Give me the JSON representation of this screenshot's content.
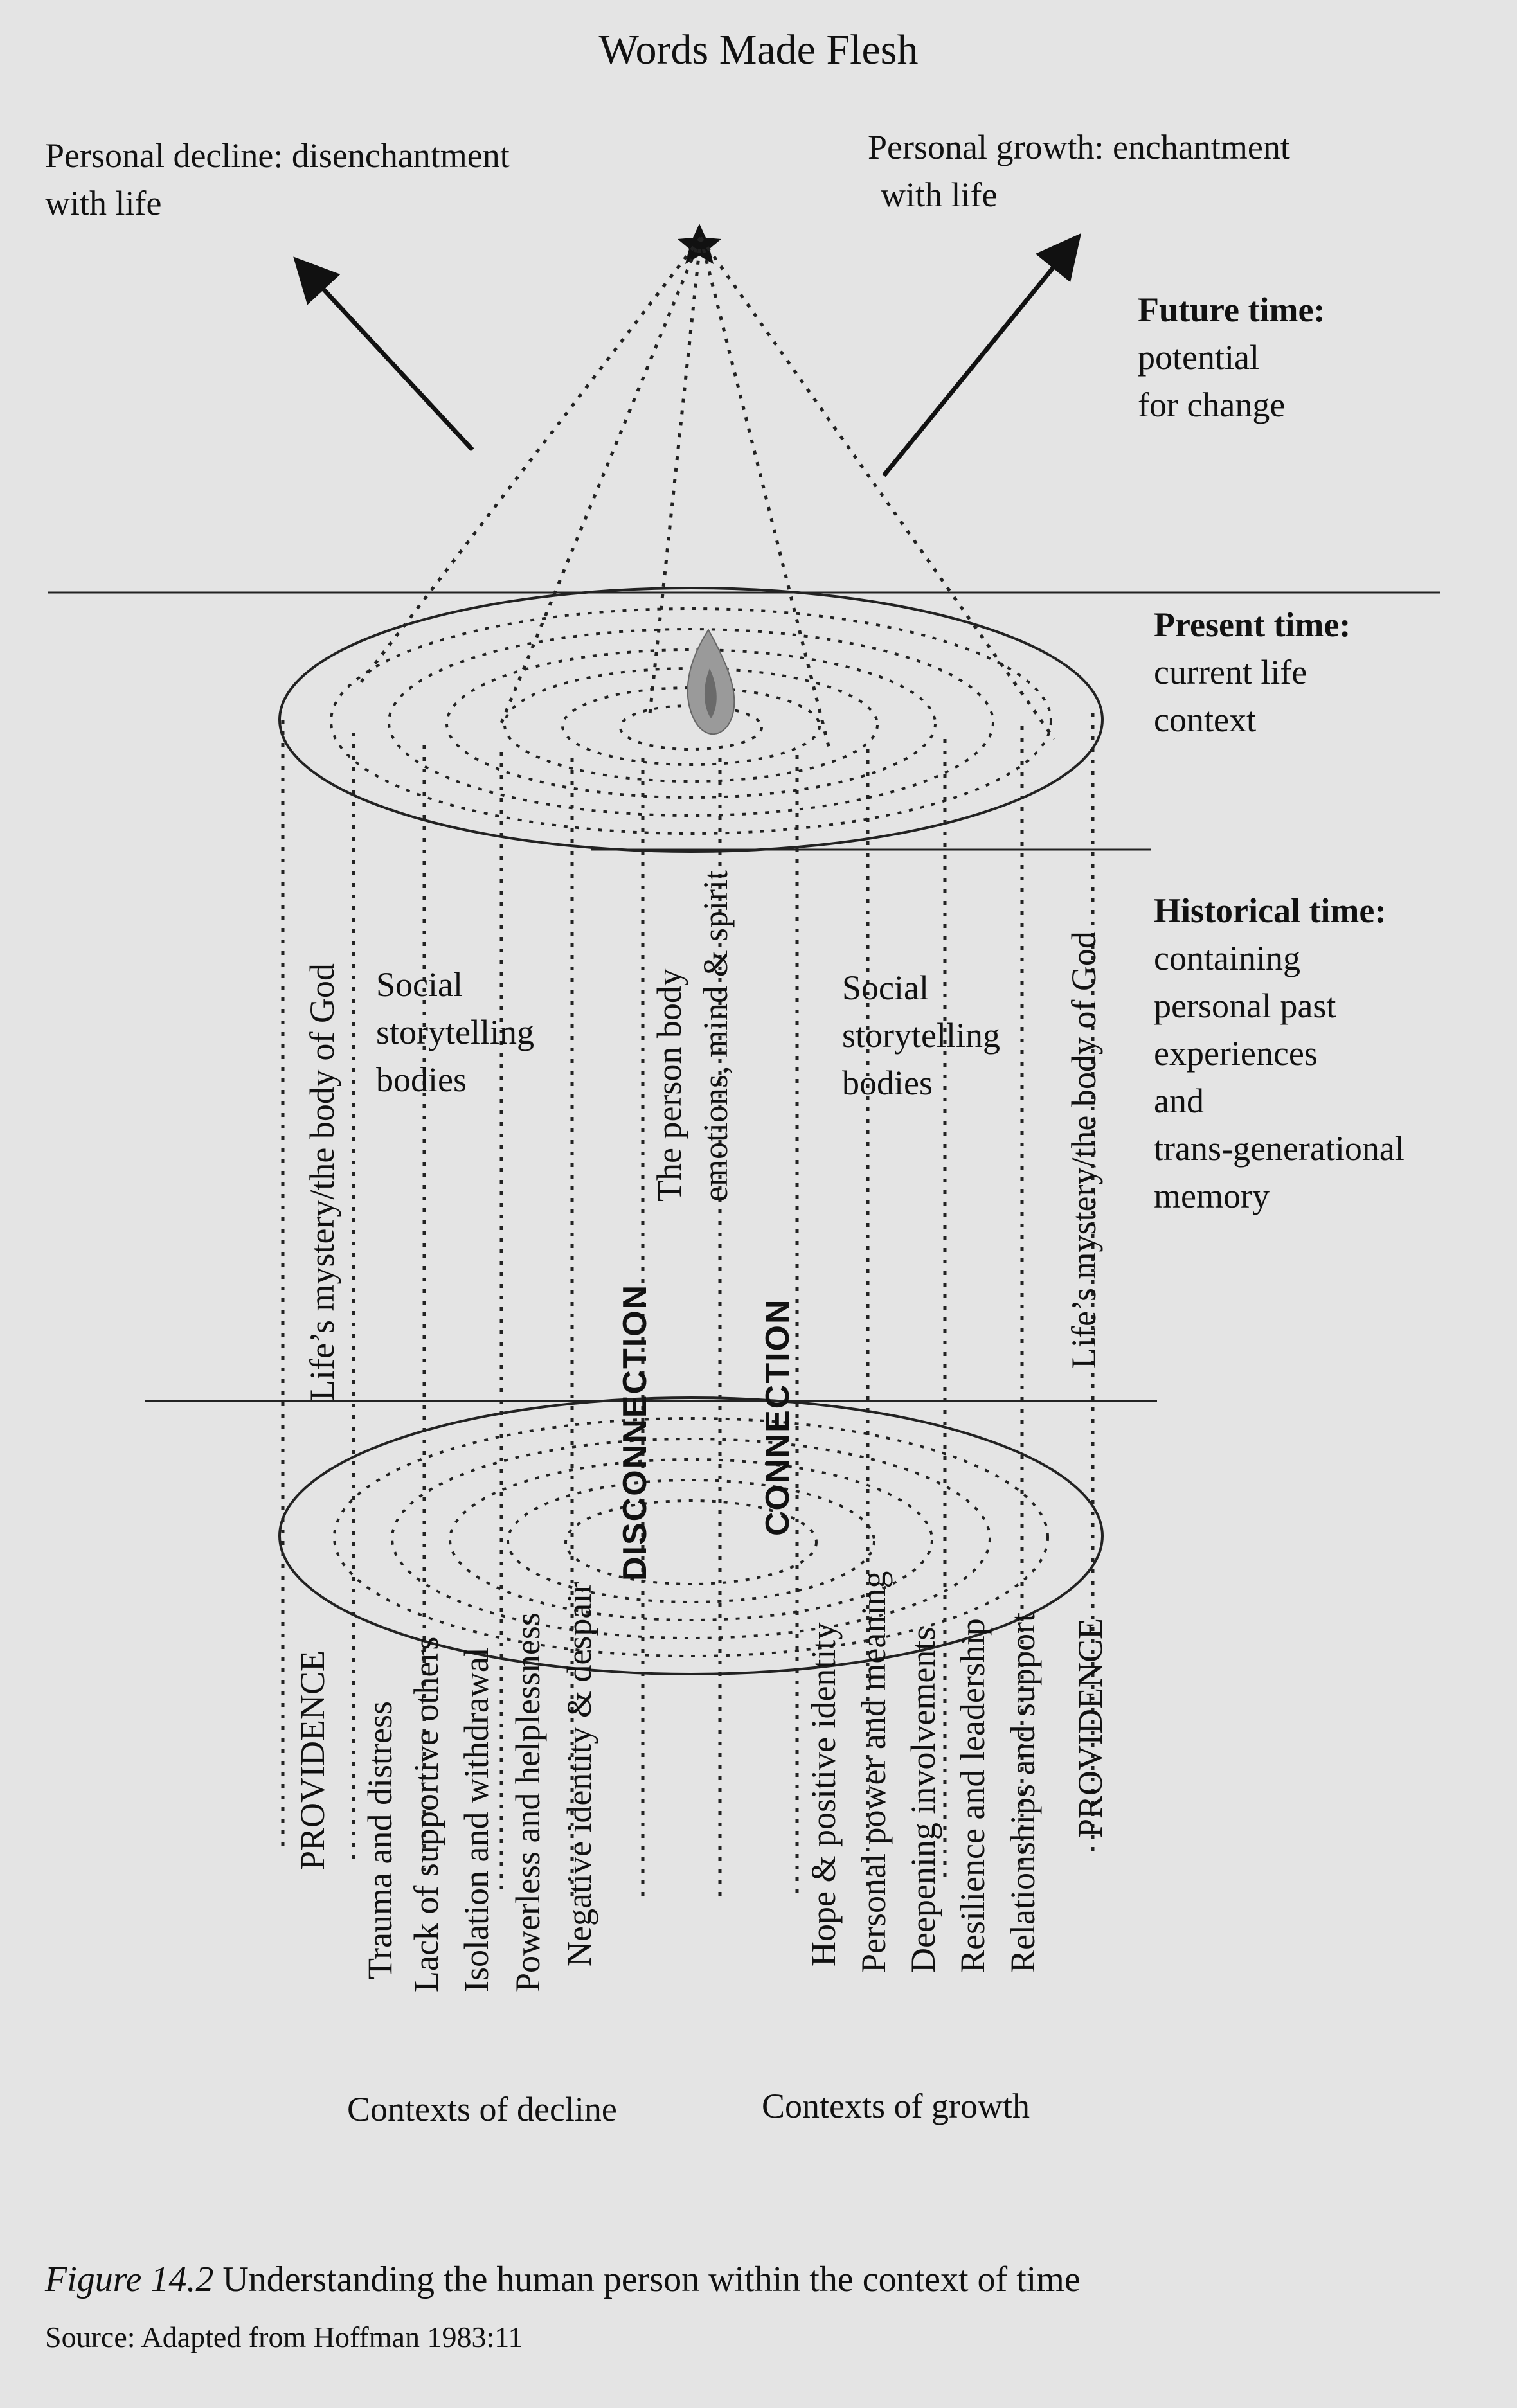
{
  "title": "Words Made Flesh",
  "top_left": [
    "Personal decline: disenchantment",
    "with life"
  ],
  "top_right": [
    "Personal growth: enchantment",
    "with life"
  ],
  "future": {
    "heading": "Future time:",
    "lines": [
      "potential",
      "for change"
    ]
  },
  "present": {
    "heading": "Present time:",
    "lines": [
      "current life",
      "context"
    ]
  },
  "historical": {
    "heading": "Historical time:",
    "lines": [
      "containing",
      "personal past",
      "experiences",
      "and",
      "trans-generational",
      "memory"
    ]
  },
  "social_left": [
    "Social",
    "storytelling",
    "bodies"
  ],
  "social_right": [
    "Social",
    "storytelling",
    "bodies"
  ],
  "vertical_left": {
    "providence": "PROVIDENCE",
    "mystery": "Life’s mystery/the body of God",
    "decline_items": [
      "Trauma and distress",
      "Lack of supportive others",
      "Isolation and withdrawal",
      "Powerless and helplessness",
      "Negative identity & despair"
    ],
    "disconnection": "DISCONNECTION"
  },
  "vertical_center": {
    "person": "The person body",
    "emotions": "emotions, mind & spirit"
  },
  "vertical_right": {
    "connection": "CONNECTION",
    "growth_items": [
      "Hope & positive identity",
      "Personal power and meaning",
      "Deepening involvements",
      "Resilience and leadership",
      "Relationships and support"
    ],
    "mystery": "Life’s mystery/the body of God",
    "providence": "PROVIDENCE"
  },
  "bottom_left": "Contexts of decline",
  "bottom_right": "Contexts of growth",
  "caption_prefix": "Figure 14.2",
  "caption_text": " Understanding the human person within the context of time",
  "source": "Source: Adapted from Hoffman 1983:11"
}
